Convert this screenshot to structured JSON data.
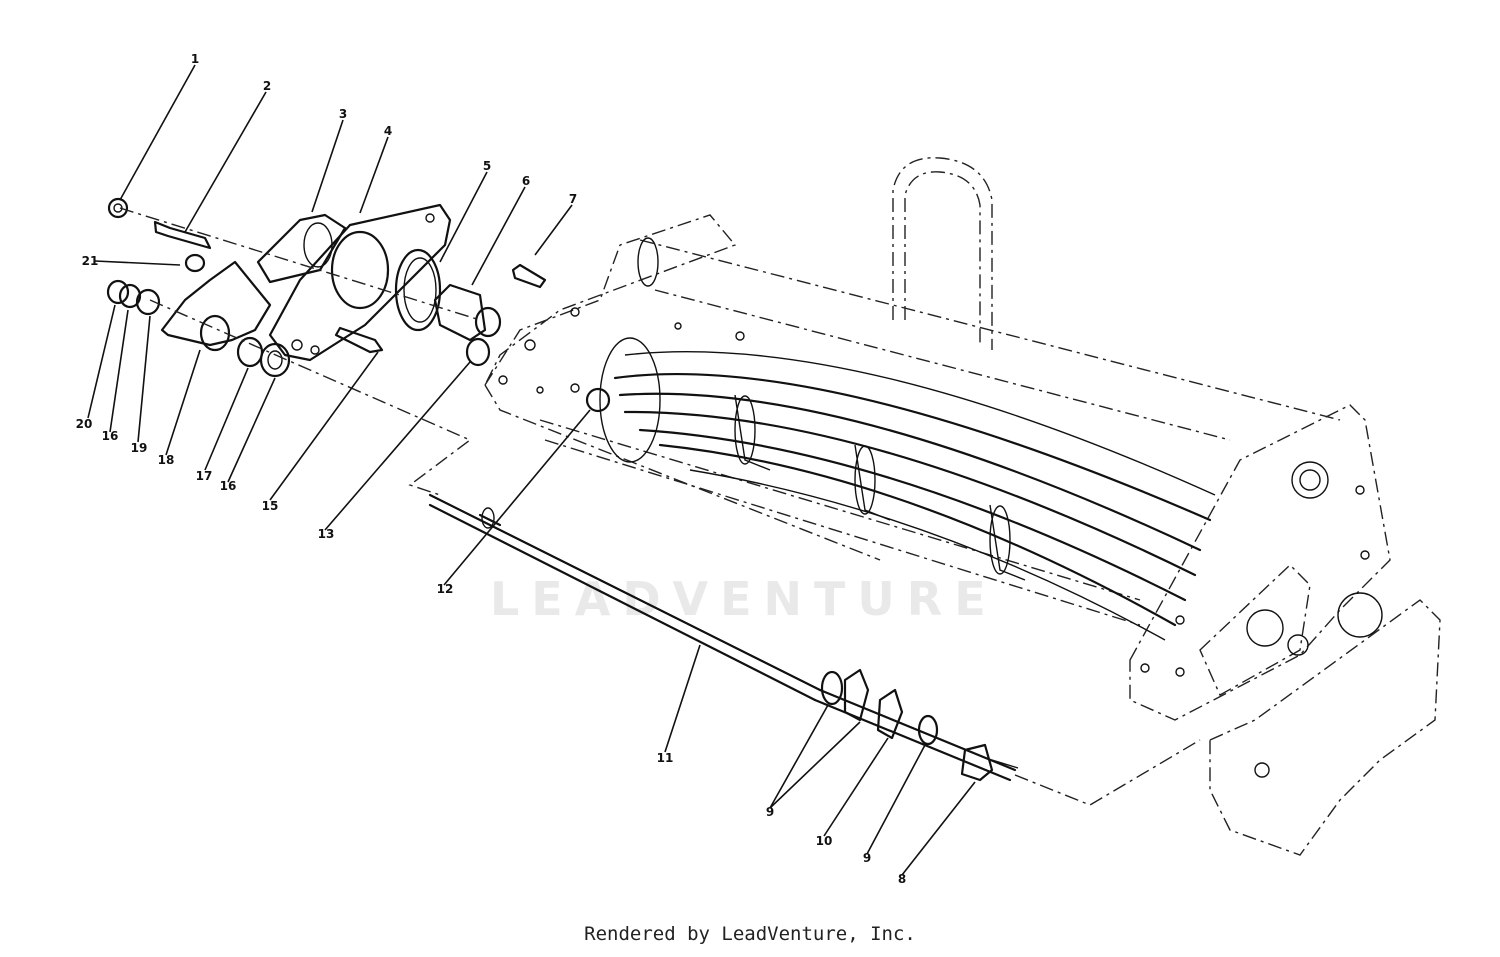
{
  "watermark": "LEADVENTURE",
  "footer": "Rendered by LeadVenture, Inc.",
  "callouts": [
    "1",
    "2",
    "3",
    "4",
    "5",
    "6",
    "7",
    "21",
    "20",
    "16",
    "19",
    "18",
    "17",
    "16",
    "15",
    "13",
    "12",
    "11",
    "9",
    "10",
    "9",
    "8"
  ]
}
